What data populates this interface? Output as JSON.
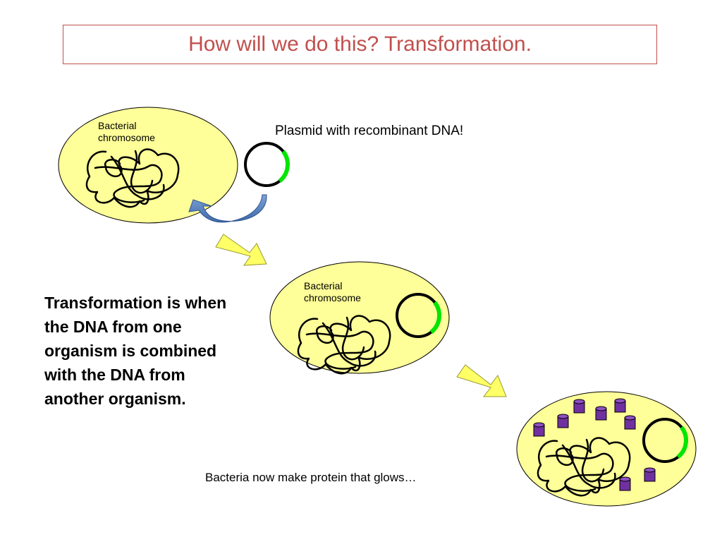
{
  "slide": {
    "title": "How will we do this? Transformation.",
    "cell_top": {
      "label": "Bacterial\nchromosome"
    },
    "cell_middle": {
      "label": "Bacterial\nchromosome"
    },
    "plasmid_label": "Plasmid with recombinant DNA!",
    "definition": "Transformation is when\nthe DNA from one\norganism is combined\nwith the DNA from\nanother organism.",
    "result_label": "Bacteria now make protein that glows…"
  },
  "colors": {
    "title": "#c0504d",
    "cell_fill": "#ffff99",
    "insert_dna": "#00e600",
    "arrow_fill": "#ffff66",
    "curved_arrow": "#4f81bd",
    "protein": "#7030a0"
  },
  "icons": {
    "plasmid": "plasmid-icon",
    "chromosome": "chromosome-icon",
    "protein": "protein-cylinder-icon",
    "arrow": "block-arrow-icon"
  }
}
